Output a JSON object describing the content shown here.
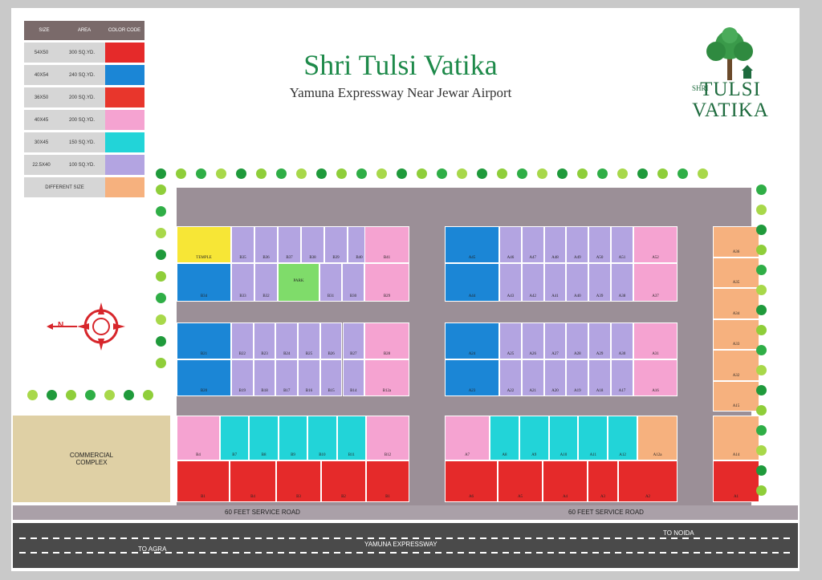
{
  "title": "Shri Tulsi Vatika",
  "subtitle": "Yamuna Expressway Near Jewar Airport",
  "logo": {
    "line1": "SHRI",
    "line2": "TULSI",
    "line3": "VATIKA"
  },
  "legend": {
    "headers": [
      "SIZE",
      "AREA",
      "COLOR CODE"
    ],
    "rows": [
      {
        "size": "54X50",
        "area": "300 SQ.YD.",
        "color": "#e52a2a"
      },
      {
        "size": "40X54",
        "area": "240 SQ.YD.",
        "color": "#1b86d6"
      },
      {
        "size": "36X50",
        "area": "200 SQ.YD.",
        "color": "#e8362c"
      },
      {
        "size": "40X45",
        "area": "200 SQ.YD.",
        "color": "#f5a3d1"
      },
      {
        "size": "30X45",
        "area": "150 SQ.YD.",
        "color": "#22d4d8"
      },
      {
        "size": "22.5X40",
        "area": "100 SQ.YD.",
        "color": "#b3a4e1"
      }
    ],
    "different": {
      "label": "DIFFERENT SIZE",
      "color": "#f6b17e"
    }
  },
  "labels": {
    "commercial_line1": "COMMERCIAL",
    "commercial_line2": "COMPLEX",
    "service_road_1": "60 FEET SERVICE ROAD",
    "service_road_2": "60 FEET SERVICE ROAD",
    "expressway": "YAMUNA EXPRESSWAY",
    "to_noida": "TO NOIDA",
    "to_agra": "TO AGRA",
    "temple": "TEMPLE",
    "park": "PARK",
    "compass_n": "N"
  },
  "plots": {
    "B_top_row": [
      "B35",
      "B36",
      "B37",
      "B38",
      "B39",
      "B40",
      "B41"
    ],
    "B_row2": [
      "B34",
      "B33",
      "B32",
      "B31",
      "B30",
      "B29"
    ],
    "B_row3": [
      "B21",
      "B22",
      "B23",
      "B24",
      "B25",
      "B26",
      "B27",
      "B28"
    ],
    "B_row4": [
      "B20",
      "B19",
      "B18",
      "B17",
      "B16",
      "B15",
      "B14",
      "B12a"
    ],
    "B_row5": [
      "B4",
      "B7",
      "B8",
      "B9",
      "B10",
      "B11",
      "B12"
    ],
    "B_bottom": [
      "B1",
      "B4",
      "B3",
      "B2",
      "B1"
    ],
    "A_top_row": [
      "A45",
      "A46",
      "A47",
      "A48",
      "A49",
      "A50",
      "A51",
      "A52"
    ],
    "A_row2": [
      "A44",
      "A43",
      "A42",
      "A41",
      "A40",
      "A39",
      "A38",
      "A37"
    ],
    "A_row3": [
      "A24",
      "A25",
      "A26",
      "A27",
      "A28",
      "A29",
      "A30",
      "A31"
    ],
    "A_row4": [
      "A23",
      "A22",
      "A21",
      "A20",
      "A19",
      "A18",
      "A17",
      "A16"
    ],
    "A_row5": [
      "A7",
      "A8",
      "A9",
      "A10",
      "A11",
      "A12",
      "A12a",
      "A14"
    ],
    "A_bottom": [
      "A6",
      "A5",
      "A4",
      "A3",
      "A2",
      "A1"
    ],
    "A_right_col": [
      "A36",
      "A35",
      "A34",
      "A33",
      "A32",
      "A15"
    ]
  }
}
